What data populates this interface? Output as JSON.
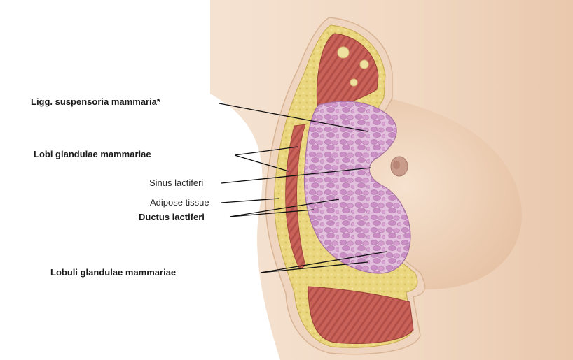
{
  "labels": [
    {
      "id": "ligg",
      "text": "Ligg. suspensoria mammaria*",
      "weight": "bold"
    },
    {
      "id": "lobi",
      "text": "Lobi glandulae mammariae",
      "weight": "bold"
    },
    {
      "id": "sinus",
      "text": "Sinus lactiferi",
      "weight": "regular"
    },
    {
      "id": "adipose",
      "text": "Adipose tissue",
      "weight": "regular"
    },
    {
      "id": "ductus",
      "text": "Ductus lactiferi",
      "weight": "bold"
    },
    {
      "id": "lobuli",
      "text": "Lobuli glandulae mammariae",
      "weight": "bold"
    }
  ],
  "colors": {
    "skin": "#f3dcc8",
    "skin_shade": "#e7c4a7",
    "fat": "#e8d27a",
    "muscle": "#c8625a",
    "muscle_stripe": "#a84a44",
    "gland": "#d8a8d0",
    "gland_lobule": "#c58cc0",
    "nipple": "#c79888",
    "leader": "#111111"
  }
}
